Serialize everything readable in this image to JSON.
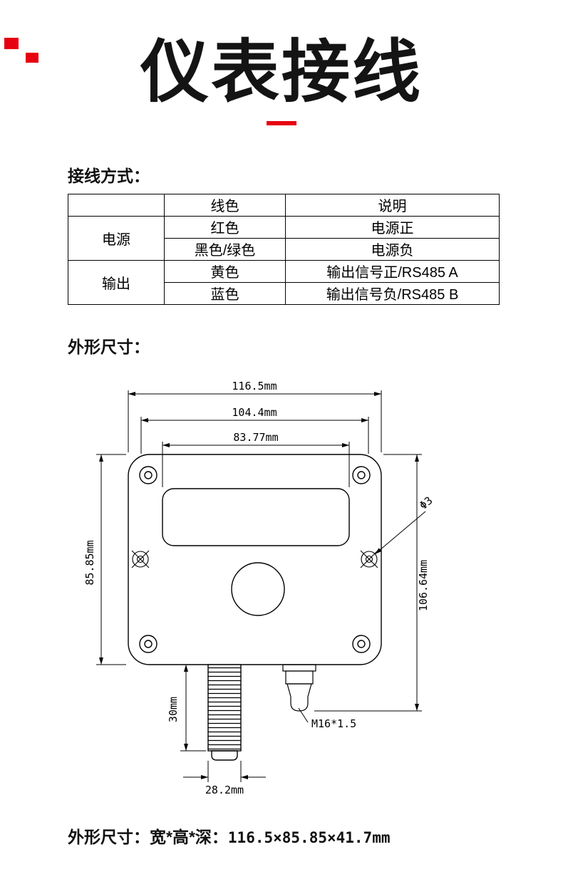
{
  "title": "仪表接线",
  "sections": {
    "wiring_label": "接线方式：",
    "dimensions_label": "外形尺寸："
  },
  "wiring_table": {
    "col_headers": [
      "线色",
      "说明"
    ],
    "groups": [
      {
        "name": "电源",
        "rows": [
          [
            "红色",
            "电源正"
          ],
          [
            "黑色/绿色",
            "电源负"
          ]
        ]
      },
      {
        "name": "输出",
        "rows": [
          [
            "黄色",
            "输出信号正/RS485 A"
          ],
          [
            "蓝色",
            "输出信号负/RS485 B"
          ]
        ]
      }
    ]
  },
  "drawing": {
    "width_outer": "116.5mm",
    "width_holes": "104.4mm",
    "width_display": "83.77mm",
    "height_body": "85.85mm",
    "height_total": "106.64mm",
    "hole_diameter": "Φ3",
    "probe_length": "30mm",
    "gland_thread": "M16*1.5",
    "probe_width": "28.2mm"
  },
  "footer": {
    "label": "外形尺寸：宽*高*深：",
    "value": "116.5×85.85×41.7mm"
  },
  "colors": {
    "accent_red": "#e60012",
    "line_black": "#000000"
  }
}
